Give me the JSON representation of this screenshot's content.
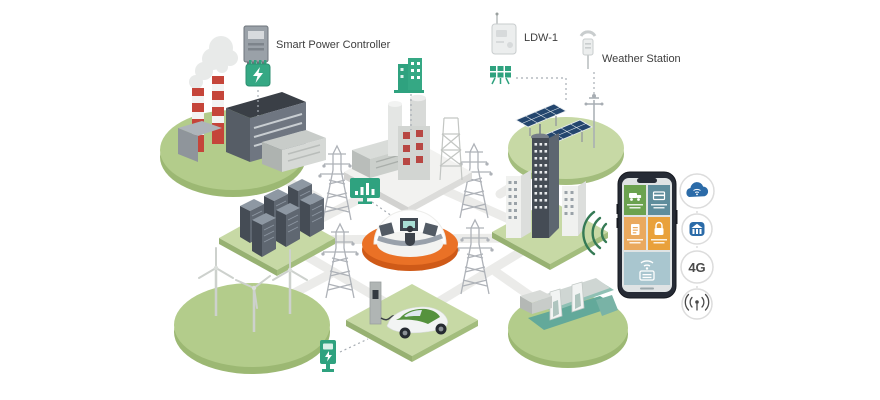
{
  "devices": [
    {
      "id": "smart-power-controller",
      "label": "Smart Power Controller"
    },
    {
      "id": "ldw-1",
      "label": "LDW-1"
    },
    {
      "id": "weather-station",
      "label": "Weather Station"
    }
  ],
  "connectivity": {
    "network_badge": "4G",
    "icons": [
      "cloud-wifi-icon",
      "building-gateway-icon",
      "4g-badge",
      "antenna-signal-icon"
    ]
  },
  "nodes": [
    "factory",
    "power-plant",
    "solar-farm",
    "server-racks",
    "control-center",
    "city-buildings",
    "wind-turbines",
    "ev-charging",
    "hydro-dam"
  ],
  "phone": {
    "tiles": [
      {
        "icon": "truck-icon",
        "color": "#6ba24f"
      },
      {
        "icon": "card-icon",
        "color": "#5f8d9c"
      },
      {
        "icon": "document-icon",
        "color": "#eaa95e"
      },
      {
        "icon": "lock-icon",
        "color": "#e9a13b"
      },
      {
        "icon": "wifi-device-icon",
        "color": "#a9c6cf"
      }
    ]
  },
  "colors": {
    "accent_green": "#2fa27f",
    "platform_green": "#b3cc8b",
    "diamond_green": "#c7d9a5",
    "ring_orange": "#ea7126",
    "panel_blue": "#24466e",
    "icon_blue": "#2b6ba8"
  }
}
